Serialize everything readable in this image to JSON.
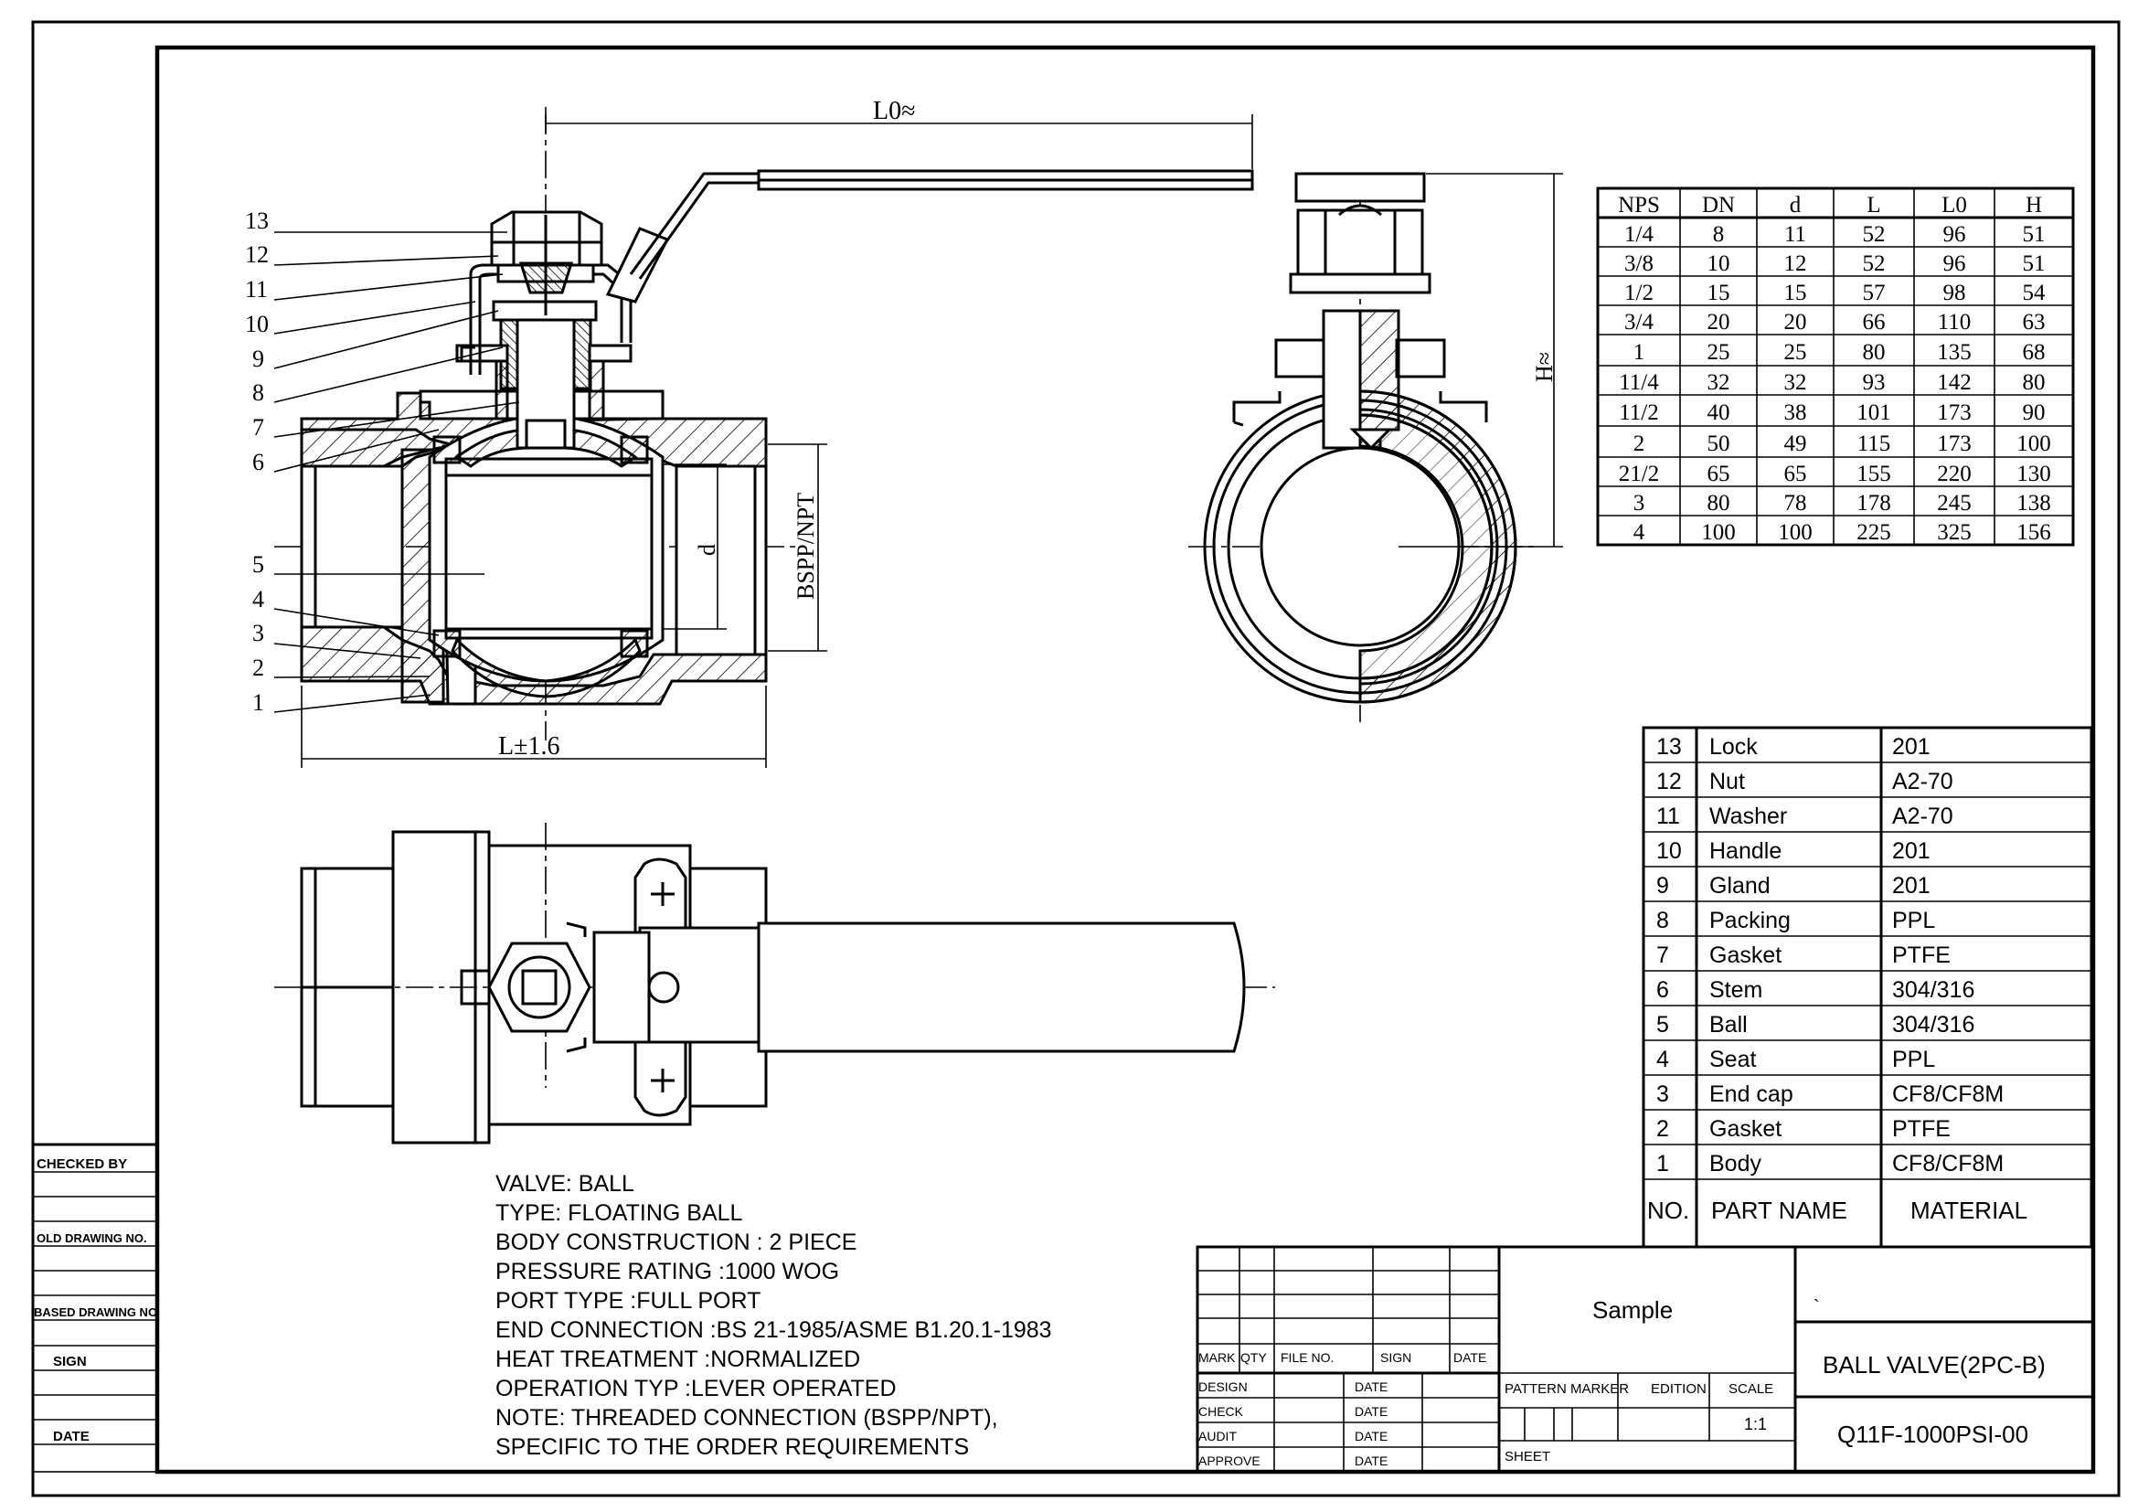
{
  "drawing": {
    "dim_l0": "L0≈",
    "dim_l": "L±1.6",
    "dim_port": "BSPP/NPT",
    "dim_d": "d",
    "dim_h": "H≈"
  },
  "balloons": [
    "1",
    "2",
    "3",
    "4",
    "5",
    "6",
    "7",
    "8",
    "9",
    "10",
    "11",
    "12",
    "13"
  ],
  "dim_table": {
    "headers": [
      "NPS",
      "DN",
      "d",
      "L",
      "L0",
      "H"
    ],
    "rows": [
      [
        "1/4",
        "8",
        "11",
        "52",
        "96",
        "51"
      ],
      [
        "3/8",
        "10",
        "12",
        "52",
        "96",
        "51"
      ],
      [
        "1/2",
        "15",
        "15",
        "57",
        "98",
        "54"
      ],
      [
        "3/4",
        "20",
        "20",
        "66",
        "110",
        "63"
      ],
      [
        "1",
        "25",
        "25",
        "80",
        "135",
        "68"
      ],
      [
        "11/4",
        "32",
        "32",
        "93",
        "142",
        "80"
      ],
      [
        "11/2",
        "40",
        "38",
        "101",
        "173",
        "90"
      ],
      [
        "2",
        "50",
        "49",
        "115",
        "173",
        "100"
      ],
      [
        "21/2",
        "65",
        "65",
        "155",
        "220",
        "130"
      ],
      [
        "3",
        "80",
        "78",
        "178",
        "245",
        "138"
      ],
      [
        "4",
        "100",
        "100",
        "225",
        "325",
        "156"
      ]
    ]
  },
  "parts_table": {
    "rows": [
      [
        "13",
        "Lock",
        "201"
      ],
      [
        "12",
        "Nut",
        "A2-70"
      ],
      [
        "11",
        "Washer",
        "A2-70"
      ],
      [
        "10",
        "Handle",
        "201"
      ],
      [
        "9",
        "Gland",
        "201"
      ],
      [
        "8",
        "Packing",
        "PPL"
      ],
      [
        "7",
        "Gasket",
        "PTFE"
      ],
      [
        "6",
        "Stem",
        "304/316"
      ],
      [
        "5",
        "Ball",
        "304/316"
      ],
      [
        "4",
        "Seat",
        "PPL"
      ],
      [
        "3",
        "End cap",
        "CF8/CF8M"
      ],
      [
        "2",
        "Gasket",
        "PTFE"
      ],
      [
        "1",
        "Body",
        "CF8/CF8M"
      ]
    ],
    "header": [
      "NO.",
      "PART NAME",
      "MATERIAL"
    ]
  },
  "notes": [
    "VALVE: BALL",
    "TYPE: FLOATING BALL",
    "BODY CONSTRUCTION : 2 PIECE",
    "PRESSURE RATING :1000 WOG",
    "PORT TYPE :FULL PORT",
    "END CONNECTION :BS 21-1985/ASME B1.20.1-1983",
    "HEAT TREATMENT :NORMALIZED",
    "OPERATION TYP :LEVER OPERATED",
    "NOTE: THREADED CONNECTION (BSPP/NPT),",
    "SPECIFIC TO THE ORDER REQUIREMENTS"
  ],
  "left_strip": {
    "checked_by": "CHECKED BY",
    "old_drawing": "OLD DRAWING NO.",
    "based_drawing": "BASED DRAWING NO",
    "sign": "SIGN",
    "date": "DATE"
  },
  "title_block": {
    "mark": "MARK",
    "qty": "QTY",
    "file_no": "FILE NO.",
    "sign": "SIGN",
    "date": "DATE",
    "design": "DESIGN",
    "check": "CHECK",
    "audit": "AUDIT",
    "approve": "APPROVE",
    "date_label": "DATE",
    "company": "Sample",
    "pattern_marker": "PATTERN MARKER",
    "edition": "EDITION",
    "scale": "SCALE",
    "scale_value": "1:1",
    "sheet": "SHEET",
    "title": "BALL VALVE(2PC-B)",
    "drawing_no": "Q11F-1000PSI-00",
    "tick": "`"
  }
}
